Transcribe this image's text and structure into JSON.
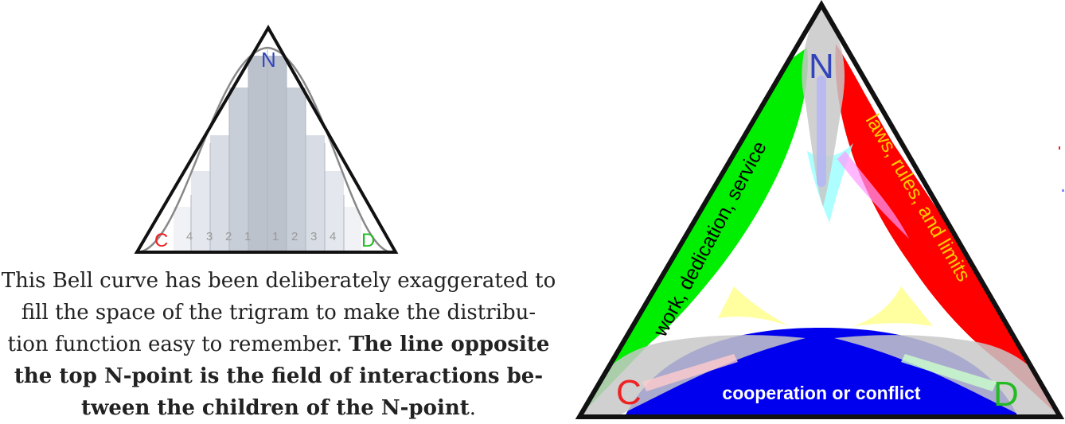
{
  "left_diagram": {
    "peak_label": "N",
    "left_corner_label": "C",
    "right_corner_label": "D",
    "column_numbers": [
      "4",
      "3",
      "2",
      "1",
      "1",
      "2",
      "3",
      "4"
    ]
  },
  "caption": {
    "line1": "This Bell curve has been deliberately exaggerated to",
    "line2": "fill the space of the trigram to make the distribu-",
    "line3_plain": "tion function easy to remember.",
    "line3_bold": "The line opposite",
    "line4_bold": "the top N-point is the field of interactions be-",
    "line5_bold": "tween the children of the N-point",
    "line5_end": "."
  },
  "right_diagram": {
    "top_label": "N",
    "left_label": "C",
    "right_label": "D",
    "green_band_text": "work, dedication, service",
    "red_band_text": "laws, rules, and limits",
    "blue_band_text": "cooperation or conflict"
  },
  "colors": {
    "green": "#00ee00",
    "red": "#ff0000",
    "blue": "#0000ee",
    "gray": "#c8c8c8",
    "n_label": "#3344bb",
    "c_label": "#ee2222",
    "d_label": "#22bb22"
  }
}
